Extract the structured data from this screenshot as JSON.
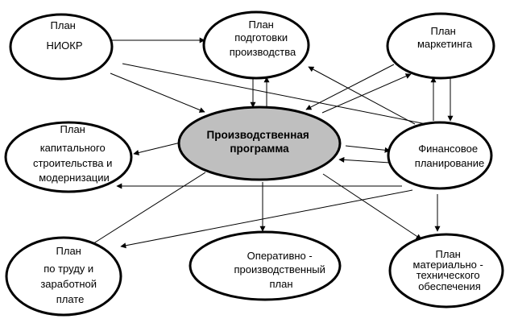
{
  "nodes": [
    {
      "id": "niokr",
      "lines": [
        "План",
        "НИОКР"
      ]
    },
    {
      "id": "prod_prep",
      "lines": [
        "План",
        "подготовки",
        "производства"
      ]
    },
    {
      "id": "marketing",
      "lines": [
        "План",
        "маркетинга"
      ]
    },
    {
      "id": "center",
      "lines": [
        "Производственная",
        "программа"
      ]
    },
    {
      "id": "capital",
      "lines": [
        "План",
        "капитального",
        "строительства и",
        "модернизации"
      ]
    },
    {
      "id": "finance",
      "lines": [
        "Финансовое",
        "планирование"
      ]
    },
    {
      "id": "labor",
      "lines": [
        "План",
        "по труду и",
        "заработной",
        "плате"
      ]
    },
    {
      "id": "operative",
      "lines": [
        "Оперативно  -",
        "производственный",
        "план"
      ]
    },
    {
      "id": "mto",
      "lines": [
        "План",
        "материально  -",
        "технического",
        "обеспечения"
      ]
    }
  ],
  "edges": [
    {
      "from": "niokr",
      "to": "prod_prep"
    },
    {
      "from": "niokr",
      "to": "center"
    },
    {
      "from": "niokr",
      "to": "finance"
    },
    {
      "from": "prod_prep",
      "to": "center"
    },
    {
      "from": "center",
      "to": "prod_prep"
    },
    {
      "from": "marketing",
      "to": "center"
    },
    {
      "from": "center",
      "to": "marketing"
    },
    {
      "from": "marketing",
      "to": "finance"
    },
    {
      "from": "finance",
      "to": "marketing"
    },
    {
      "from": "finance",
      "to": "prod_prep"
    },
    {
      "from": "center",
      "to": "capital"
    },
    {
      "from": "finance",
      "to": "capital"
    },
    {
      "from": "center",
      "to": "finance"
    },
    {
      "from": "finance",
      "to": "center"
    },
    {
      "from": "center",
      "to": "labor"
    },
    {
      "from": "finance",
      "to": "labor"
    },
    {
      "from": "center",
      "to": "operative"
    },
    {
      "from": "center",
      "to": "mto"
    },
    {
      "from": "finance",
      "to": "mto"
    }
  ]
}
